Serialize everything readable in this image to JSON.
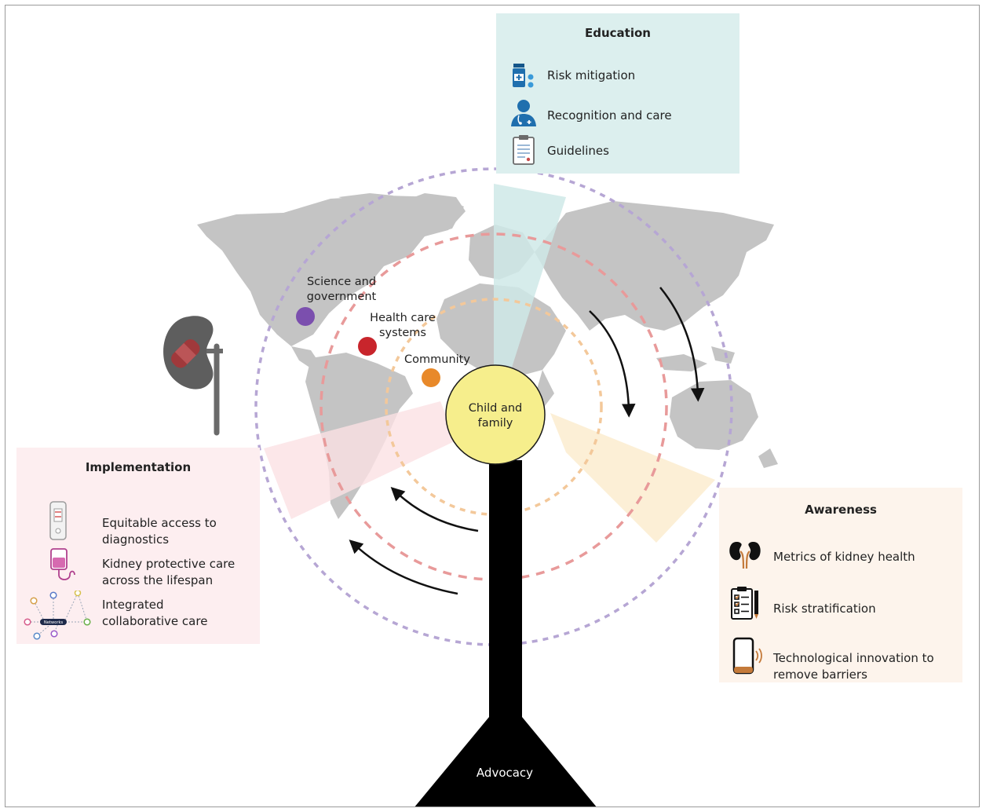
{
  "center": {
    "line1": "Child and",
    "line2": "family"
  },
  "base": {
    "label": "Advocacy"
  },
  "rings": [
    {
      "label_line1": "Science and",
      "label_line2": "government",
      "color": "#7b4fae"
    },
    {
      "label_line1": "Health care",
      "label_line2": "systems",
      "color": "#c8252c"
    },
    {
      "label_line1": "Community",
      "label_line2": "",
      "color": "#e8892a"
    }
  ],
  "education": {
    "title": "Education",
    "bg": "#dcefee",
    "items": [
      {
        "icon": "medicine-bottle-icon",
        "text": "Risk mitigation"
      },
      {
        "icon": "doctor-icon",
        "text": "Recognition and care"
      },
      {
        "icon": "clipboard-icon",
        "text": "Guidelines"
      }
    ]
  },
  "implementation": {
    "title": "Implementation",
    "bg": "#fdeef0",
    "items": [
      {
        "icon": "test-strip-icon",
        "line1": "Equitable access to",
        "line2": "diagnostics"
      },
      {
        "icon": "iv-bag-icon",
        "line1": "Kidney protective care",
        "line2": "across the lifespan"
      },
      {
        "icon": "network-icon",
        "line1": "Integrated",
        "line2": "collaborative care",
        "badge": "Networks"
      }
    ]
  },
  "awareness": {
    "title": "Awareness",
    "bg": "#fdf4ec",
    "items": [
      {
        "icon": "kidneys-icon",
        "line1": "Metrics of kidney health",
        "line2": ""
      },
      {
        "icon": "checklist-icon",
        "line1": "Risk stratification",
        "line2": ""
      },
      {
        "icon": "smartphone-icon",
        "line1": "Technological innovation to",
        "line2": "remove barriers"
      }
    ]
  }
}
